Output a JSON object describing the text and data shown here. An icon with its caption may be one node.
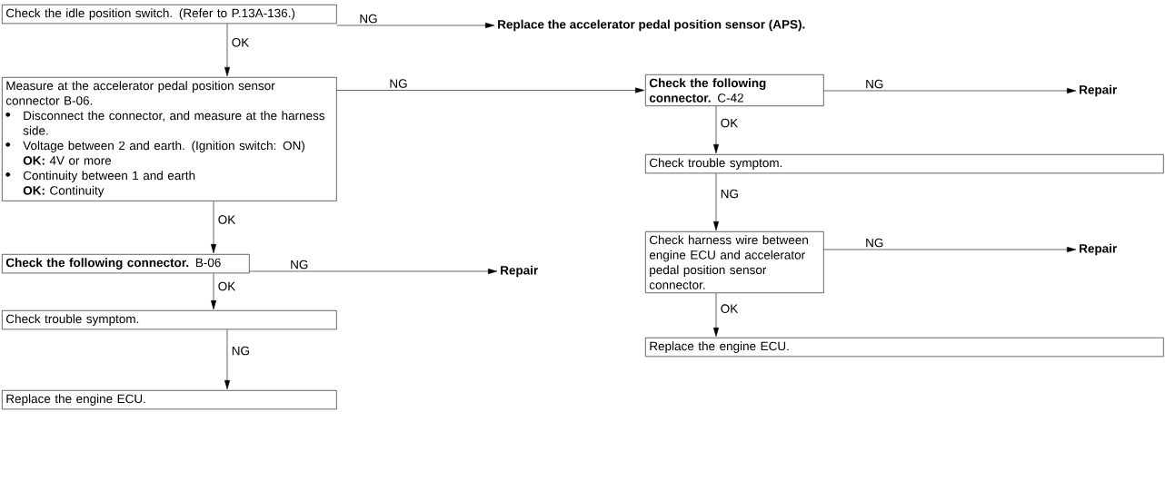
{
  "diagram": {
    "nodes": [
      {
        "text": [
          "Check the idle position switch. (Refer to P.13A-136.)"
        ]
      },
      {
        "text": [
          "Replace the accelerator pedal position sensor (APS)."
        ]
      },
      {
        "text": [
          "Measure at the accelerator pedal position sensor connector B-06.",
          "Disconnect the connector, and measure at the harness side.",
          "Voltage between 2 and earth. (Ignition switch: ON)",
          "**OK:** 4V or more",
          "Continuity between 1 and earth",
          "**OK:** Continuity"
        ]
      },
      {
        "text": [
          "**Check the following connector.** B-06"
        ]
      },
      {
        "text": [
          "Repair"
        ]
      },
      {
        "text": [
          "Check trouble symptom."
        ]
      },
      {
        "text": [
          "Replace the engine ECU."
        ]
      },
      {
        "text": [
          "**Check the following connector.** C-42"
        ]
      },
      {
        "text": [
          "Repair"
        ]
      },
      {
        "text": [
          "Check trouble symptom."
        ]
      },
      {
        "text": [
          "Check harness wire between engine ECU and accelerator pedal position sensor connector."
        ]
      },
      {
        "text": [
          "Repair"
        ]
      },
      {
        "text": [
          "Replace the engine ECU."
        ]
      }
    ],
    "edges": [
      {
        "from": 0,
        "to": 1,
        "arrow": "to",
        "label": "NG"
      },
      {
        "from": 0,
        "to": 2,
        "arrow": "to",
        "label": "OK"
      },
      {
        "from": 2,
        "to": 7,
        "arrow": "to",
        "label": "NG"
      },
      {
        "from": 2,
        "to": 3,
        "arrow": "to",
        "label": "OK"
      },
      {
        "from": 3,
        "to": 4,
        "arrow": "to",
        "label": "NG"
      },
      {
        "from": 3,
        "to": 5,
        "arrow": "to",
        "label": "OK"
      },
      {
        "from": 5,
        "to": 6,
        "arrow": "to",
        "label": "NG"
      },
      {
        "from": 7,
        "to": 8,
        "arrow": "to",
        "label": "NG"
      },
      {
        "from": 7,
        "to": 9,
        "arrow": "to",
        "label": "OK"
      },
      {
        "from": 9,
        "to": 10,
        "arrow": "to",
        "label": "NG"
      },
      {
        "from": 10,
        "to": 11,
        "arrow": "to",
        "label": "NG"
      },
      {
        "from": 10,
        "to": 12,
        "arrow": "to",
        "label": "OK"
      }
    ]
  }
}
